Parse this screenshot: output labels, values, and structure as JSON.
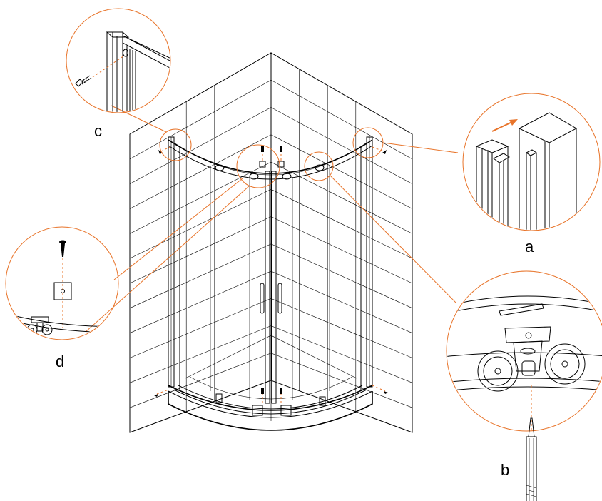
{
  "callouts": {
    "a": "a",
    "b": "b",
    "c": "c",
    "d": "d"
  },
  "colors": {
    "line": "#000000",
    "callout": "#e8742a",
    "background": "#ffffff"
  }
}
